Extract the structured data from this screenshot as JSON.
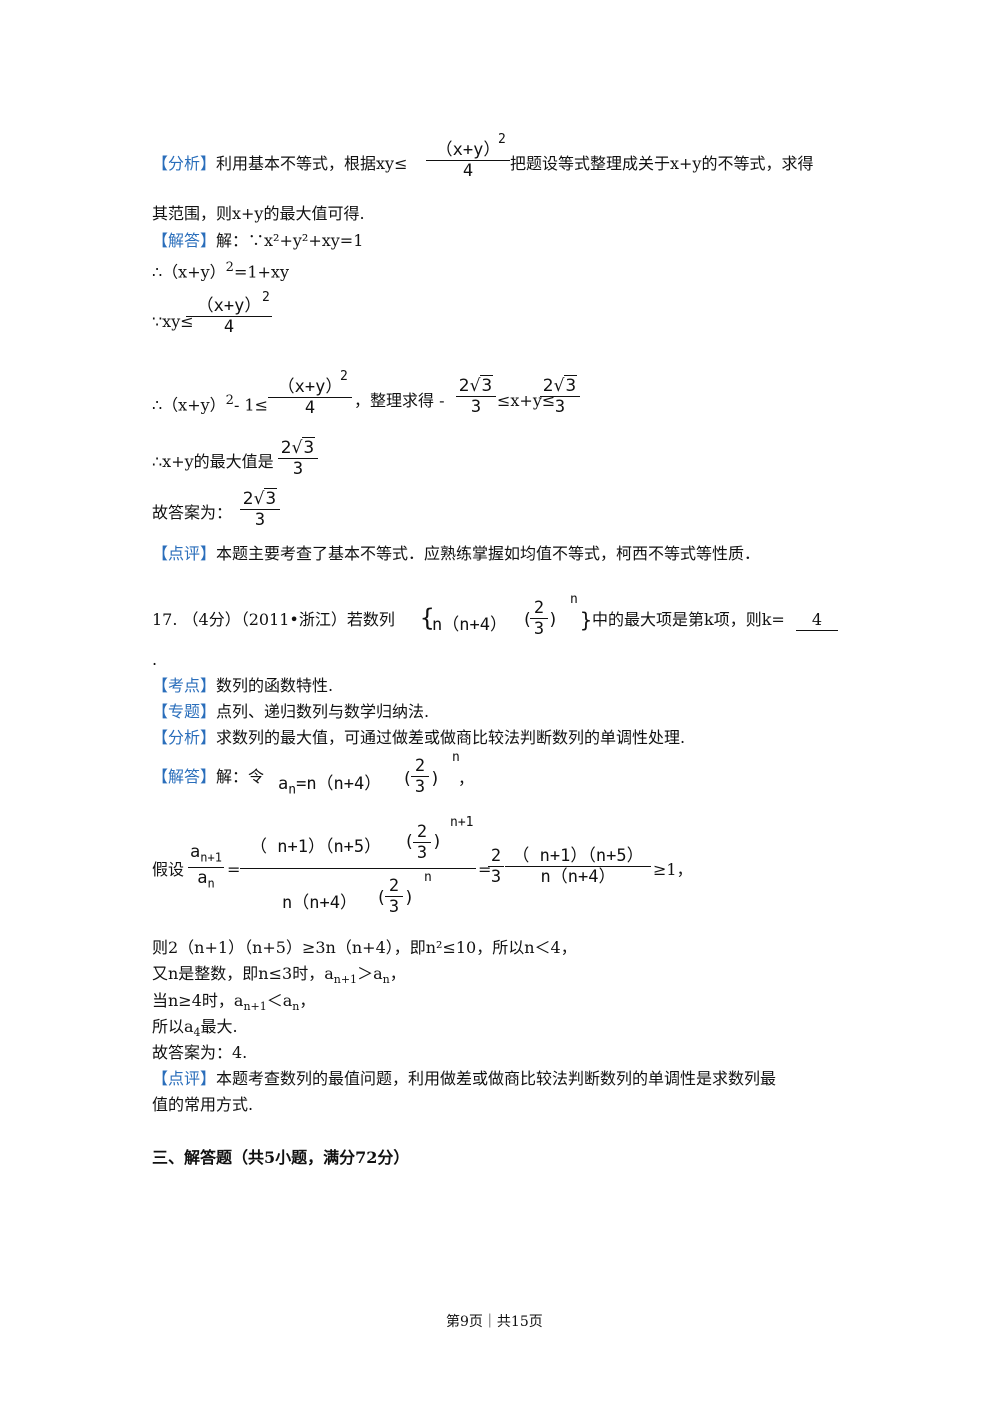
{
  "q16": {
    "analysis": {
      "tag": "【分析】",
      "text_a": "利用基本不等式，根据xy≤",
      "frac_num": "（x+y）",
      "frac_sup": "2",
      "frac_den": "4",
      "text_b": "把题设等式整理成关于x+y的不等式，求得",
      "text_c": "其范围，则x+y的最大值可得."
    },
    "solution": {
      "tag": "【解答】",
      "line1": "解：∵x²+y²+xy=1",
      "line2_a": "∴（x+y）",
      "line2_sup": "2",
      "line2_b": "=1+xy",
      "line3_a": "∵xy≤",
      "line3_num": "（x+y）",
      "line3_sup": "2",
      "line3_den": "4",
      "line4_a": "∴（x+y）",
      "line4_sup1": "2",
      "line4_b": "- 1≤",
      "line4_num": "（x+y）",
      "line4_sup2": "2",
      "line4_den": "4",
      "line4_c": "，整理求得 -",
      "root_coef": "2",
      "root_rad": "3",
      "root_den": "3",
      "line4_d": "≤x+y≤",
      "line5_a": "∴x+y的最大值是",
      "line6_a": "故答案为："
    },
    "comment": {
      "tag": "【点评】",
      "text": "本题主要考查了基本不等式．应熟练掌握如均值不等式，柯西不等式等性质．"
    }
  },
  "q17": {
    "stem_a": "17.  （4分）（2011•浙江）若数列",
    "stem_brace_l": "{",
    "stem_seq": "n（n+4）",
    "stem_frac_num": "2",
    "stem_frac_den": "3",
    "stem_sup": "n",
    "stem_brace_r": "}",
    "stem_b": "中的最大项是第k项，则k=",
    "answer": "4",
    "stem_dot": ".",
    "kaodian": {
      "tag": "【考点】",
      "text": "数列的函数特性."
    },
    "zhuanti": {
      "tag": "【专题】",
      "text": "点列、递归数列与数学归纳法."
    },
    "analysis": {
      "tag": "【分析】",
      "text": "求数列的最大值，可通过做差或做商比较法判断数列的单调性处理."
    },
    "solution": {
      "tag": "【解答】",
      "line1_a": "解：令",
      "an": "a",
      "an_sub": "n",
      "line1_b": "=n（n+4）",
      "line1_frac_num": "2",
      "line1_frac_den": "3",
      "line1_sup": "n",
      "line1_c": "，",
      "line2_a": "假设",
      "ratio_num": "a",
      "ratio_num_sub": "n+1",
      "ratio_den": "a",
      "ratio_den_sub": "n",
      "eq": "=",
      "big_num": "（ n+1）（n+5）",
      "big_num_frac_num": "2",
      "big_num_frac_den": "3",
      "big_num_sup": "n+1",
      "big_den": "n（n+4）",
      "big_den_frac_num": "2",
      "big_den_frac_den": "3",
      "big_den_sup": "n",
      "eq2": "=",
      "r_frac_num": "2",
      "r_frac_den": "3",
      "r_num": "（ n+1）（n+5）",
      "r_den": "n（n+4）",
      "ge1": "≥1，",
      "line3": "则2（n+1）（n+5）≥3n（n+4），即n²≤10，所以n＜4，",
      "line4": "又n是整数，即n≤3时，a",
      "line4_sub": "n+1",
      "line4_b": "＞a",
      "line4_sub2": "n",
      "line4_c": "，",
      "line5": "当n≥4时，a",
      "line5_sub": "n+1",
      "line5_b": "＜a",
      "line5_sub2": "n",
      "line5_c": "，",
      "line6": "所以a",
      "line6_sub": "4",
      "line6_b": "最大.",
      "line7": "故答案为：4."
    },
    "comment": {
      "tag": "【点评】",
      "text_a": "本题考查数列的最值问题，利用做差或做商比较法判断数列的单调性是求数列最",
      "text_b": "值的常用方式."
    }
  },
  "section3": {
    "title": "三、解答题（共5小题，满分72分）"
  },
  "footer": {
    "text": "第9页｜共15页"
  }
}
